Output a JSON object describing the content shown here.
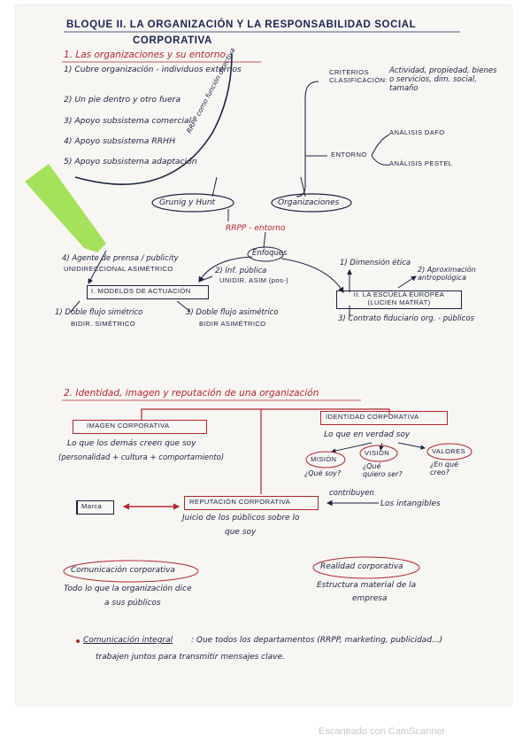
{
  "title": {
    "line1": "BLOQUE II. LA ORGANIZACIÓN Y LA RESPONSABILIDAD SOCIAL",
    "line2": "CORPORATIVA"
  },
  "section1": {
    "heading": "1. Las organizaciones y su entorno",
    "list": [
      "1) Cubre organización - individuos externos",
      "2) Un pie dentro y otro fuera",
      "3) Apoyo subsistema comercial",
      "4) Apoyo subsistema RRHH",
      "5) Apoyo subsistema adaptación"
    ],
    "arc_label": "RRPP como función directiva",
    "criterios": "CRITERIOS CLASIFICACIÓN:",
    "criterios_text": "Actividad, propiedad, bienes o servicios, dim. social, tamaño",
    "entorno": "ENTORNO",
    "dafo": "ANÁLISIS DAFO",
    "pestel": "ANÁLISIS PESTEL",
    "grunig": "Grunig y Hunt",
    "organizaciones": "Organizaciones",
    "rrpp_entorno": "RRPP - entorno",
    "enfoques": "Enfoques",
    "agente": "4) Agente de prensa / publicity",
    "agente_sub": "UNIDIRECCIONAL ASIMÉTRICO",
    "info_publica": "2) Inf. pública",
    "info_publica_sub": "UNIDIR. ASIM (pos-)",
    "modelos": "I. MODELOS DE ACTUACIÓN",
    "bidir_sim": "1) Doble flujo simétrico",
    "bidir_sim_sub": "BIDIR. SIMÉTRICO",
    "bidir_asim": "3) Doble flujo asimétrico",
    "bidir_asim_sub": "BIDIR ASIMÉTRICO",
    "dim_etica": "1) Dimensión ética",
    "aprox": "2) Aproximación antropológica",
    "escuela": "II. LA ESCUELA EUROPEA (LUCIEN MATRAT)",
    "contrato": "3) Contrato fiduciario org. - públicos"
  },
  "section2": {
    "heading": "2. Identidad, imagen y reputación de una organización",
    "imagen": "IMAGEN CORPORATIVA",
    "imagen_text1": "Lo que los demás creen que soy",
    "imagen_text2": "(personalidad + cultura + comportamiento)",
    "identidad": "IDENTIDAD CORPORATIVA",
    "identidad_text": "Lo que en verdad soy",
    "mision": "MISIÓN",
    "mision_q": "¿Qué soy?",
    "vision": "VISIÓN",
    "vision_q": "¿Qué quiero ser?",
    "valores": "VALORES",
    "valores_q": "¿En qué creo?",
    "marca": "Marca",
    "reputacion": "REPUTACIÓN CORPORATIVA",
    "reputacion_text1": "Juicio de los públicos sobre lo",
    "reputacion_text2": "que soy",
    "contribuyen": "contribuyen",
    "intangibles": "Los intangibles",
    "comunicacion": "Comunicación corporativa",
    "comunicacion_text1": "Todo lo que la organización dice",
    "comunicacion_text2": "a sus públicos",
    "realidad": "Realidad corporativa",
    "realidad_text1": "Estructura material de la",
    "realidad_text2": "empresa",
    "integral_label": "Comunicación integral",
    "integral_text1": ": Que todos los departamentos (RRPP, marketing, publicidad...)",
    "integral_text2": "trabajen juntos para transmitir mensajes clave."
  },
  "watermark": "Escaneado con CamScanner",
  "colors": {
    "ink": "#1b2340",
    "red": "#b3262e",
    "highlighter": "#9be04a"
  }
}
